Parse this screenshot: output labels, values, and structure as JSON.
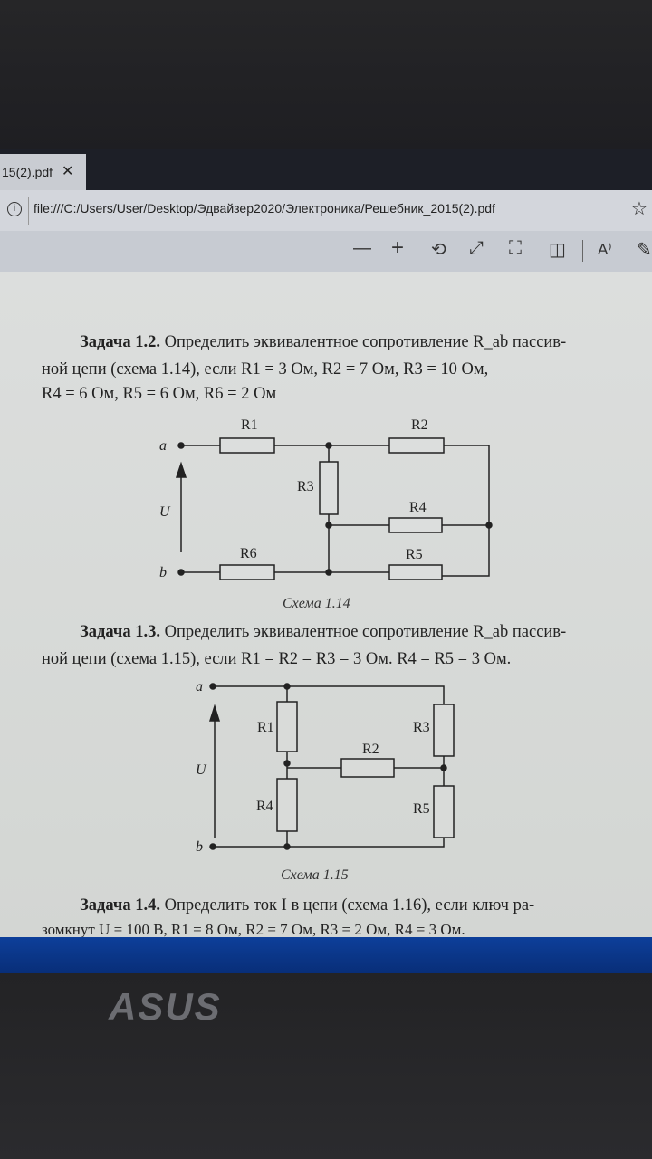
{
  "browser": {
    "tab_title": "15(2).pdf",
    "tab_close": "✕",
    "url": "file:///C:/Users/User/Desktop/Эдвайзер2020/Электроника/Решебник_2015(2).pdf",
    "toolbar": {
      "zoom_out": "—",
      "zoom_in": "+",
      "rotate": "⟲",
      "fit": "⤢",
      "fullscreen": "⛶",
      "page_view": "◫",
      "read_aloud": "A⁾",
      "draw": "✎"
    },
    "favorite": "☆",
    "info": "i"
  },
  "document": {
    "task12": {
      "title": "Задача 1.2.",
      "line1": "Определить эквивалентное сопротивление R_ab пассив-",
      "line2": "ной   цепи   (схема   1.14),   если   R1 = 3 Ом, R2 = 7 Ом, R3 = 10 Ом,",
      "line3": "R4 = 6 Ом, R5 = 6 Ом, R6 = 2 Ом"
    },
    "scheme114": {
      "caption": "Схема 1.14",
      "a": "a",
      "b": "b",
      "U": "U",
      "R1": "R1",
      "R2": "R2",
      "R3": "R3",
      "R4": "R4",
      "R5": "R5",
      "R6": "R6"
    },
    "task13": {
      "title": "Задача 1.3.",
      "line1": "Определить эквивалентное сопротивление R_ab пассив-",
      "line2": "ной цепи (схема 1.15), если R1 = R2 = R3 = 3 Ом.  R4 = R5 = 3 Ом."
    },
    "scheme115": {
      "caption": "Схема 1.15",
      "a": "a",
      "b": "b",
      "U": "U",
      "R1": "R1",
      "R2": "R2",
      "R3": "R3",
      "R4": "R4",
      "R5": "R5"
    },
    "task14": {
      "title": "Задача 1.4.",
      "line1": "Определить ток I в цепи (схема 1.16), если ключ ра-",
      "line2": "зомкнут U = 100 В, R1 = 8 Ом, R2 = 7 Ом, R3 = 2 Ом, R4 = 3 Ом."
    }
  },
  "laptop": {
    "brand": "ASUS"
  }
}
